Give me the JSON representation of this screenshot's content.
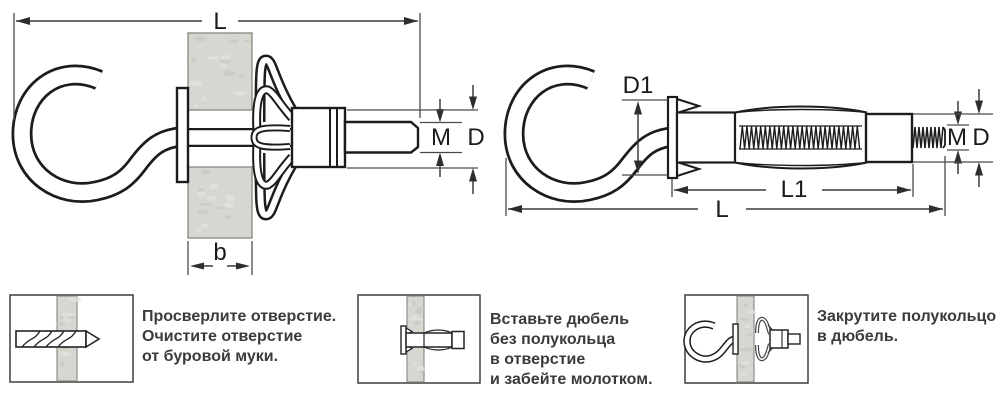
{
  "diagrams": {
    "left": {
      "description": "hook anchor expanded in wall section",
      "labels": {
        "overall_length": "L",
        "thread_size": "M",
        "drill_diameter": "D",
        "wall_thickness": "b"
      }
    },
    "right": {
      "description": "hook anchor free state",
      "labels": {
        "flange_diameter": "D1",
        "sleeve_length": "L1",
        "overall_length": "L",
        "thread_size": "M",
        "drill_diameter": "D"
      }
    }
  },
  "steps": [
    {
      "lines": [
        "Просверлите отверстие.",
        "Очистите отверстие",
        "от буровой муки."
      ]
    },
    {
      "lines": [
        "Вставьте дюбель",
        "без полукольца",
        "в отверстие",
        "и забейте молотком."
      ]
    },
    {
      "lines": [
        "Закрутите полукольцо",
        "в дюбель."
      ]
    }
  ],
  "colors": {
    "line": "#1c1c1c",
    "dimension": "#3c3c3c",
    "text": "#3b3b3b",
    "wall_fill": "#d7d6d1",
    "wall_border": "#8f8e86",
    "panel_border": "#3f3f3f",
    "background": "#ffffff"
  }
}
